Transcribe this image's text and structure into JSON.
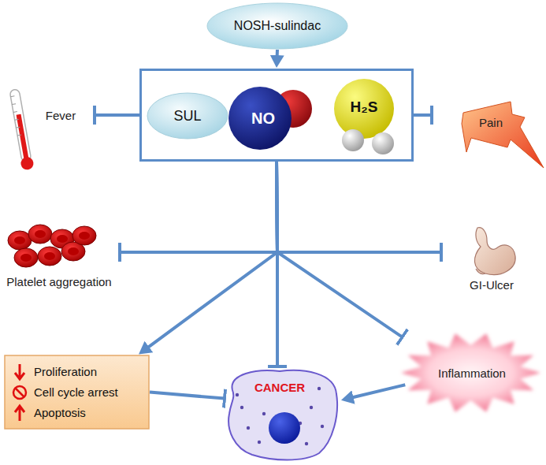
{
  "diagram": {
    "nodes": [
      {
        "text": [
          "NOSH-sulindac"
        ]
      },
      {
        "text": []
      },
      {
        "text": [
          "SUL"
        ],
        "in": 1
      },
      {
        "text": [
          "NO"
        ],
        "in": 1
      },
      {
        "text": [
          "H₂S"
        ],
        "in": 1
      },
      {
        "text": [
          "Fever"
        ]
      },
      {
        "text": [
          "Pain"
        ]
      },
      {
        "text": [
          "Platelet aggregation"
        ]
      },
      {
        "text": [
          "GI-Ulcer"
        ]
      },
      {
        "text": [
          "Proliferation",
          "Cell cycle arrest",
          "Apoptosis"
        ]
      },
      {
        "text": [
          "CANCER"
        ]
      },
      {
        "text": [
          "Inflammation"
        ]
      }
    ],
    "edges": [
      {
        "from": 0,
        "to": 1,
        "arrow": "to"
      },
      {
        "from": 1,
        "to": 5,
        "arrow": "to"
      },
      {
        "from": 1,
        "to": 6,
        "arrow": "to"
      },
      {
        "from": 1,
        "to": 7,
        "arrow": "to"
      },
      {
        "from": 1,
        "to": 8,
        "arrow": "to"
      },
      {
        "from": 1,
        "to": 9,
        "arrow": "to"
      },
      {
        "from": 1,
        "to": 10,
        "arrow": "to"
      },
      {
        "from": 1,
        "to": 11,
        "arrow": "to"
      },
      {
        "from": 9,
        "to": 10,
        "arrow": "to"
      },
      {
        "from": 11,
        "to": 10,
        "arrow": "to"
      }
    ]
  }
}
